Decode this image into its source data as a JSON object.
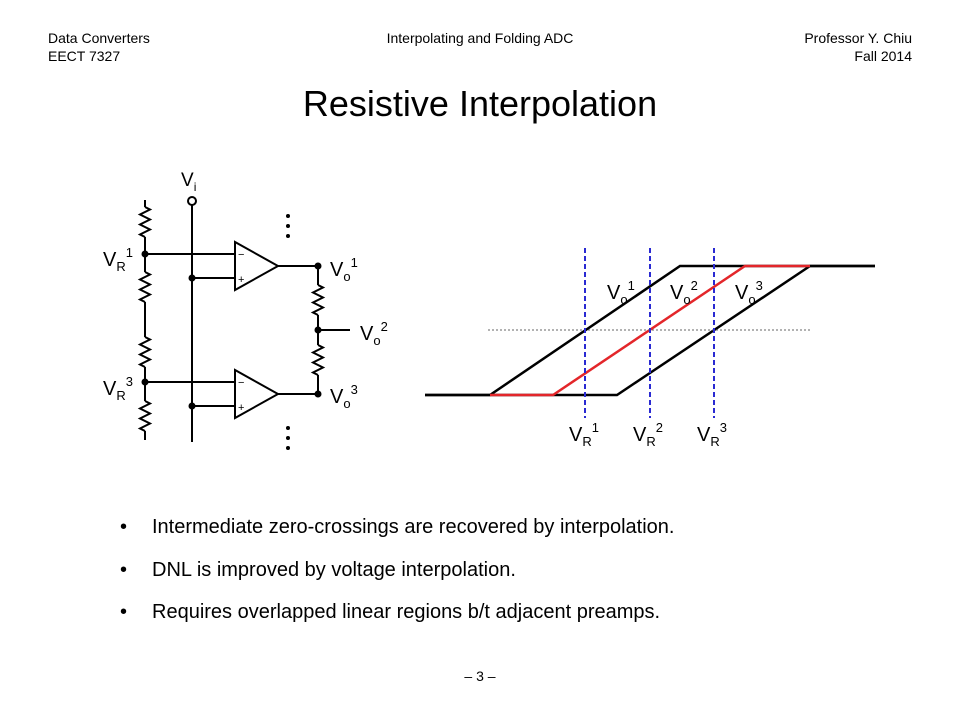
{
  "header": {
    "course": "Data Converters",
    "course_code": "EECT 7327",
    "topic": "Interpolating and Folding ADC",
    "instructor": "Professor Y. Chiu",
    "term": "Fall 2014"
  },
  "title": "Resistive Interpolation",
  "circuit": {
    "input": {
      "base": "V",
      "sub": "i"
    },
    "references": [
      {
        "base": "V",
        "sub": "R",
        "sup": "1"
      },
      {
        "base": "V",
        "sub": "R",
        "sup": "3"
      }
    ],
    "outputs": [
      {
        "base": "V",
        "sub": "o",
        "sup": "1"
      },
      {
        "base": "V",
        "sub": "o",
        "sup": "2"
      },
      {
        "base": "V",
        "sub": "o",
        "sup": "3"
      }
    ],
    "preamp_inputs": {
      "inverting": "−",
      "non_inverting": "+"
    }
  },
  "transfer_curves": {
    "outputs": [
      {
        "base": "V",
        "sub": "o",
        "sup": "1"
      },
      {
        "base": "V",
        "sub": "o",
        "sup": "2"
      },
      {
        "base": "V",
        "sub": "o",
        "sup": "3"
      }
    ],
    "references": [
      {
        "base": "V",
        "sub": "R",
        "sup": "1"
      },
      {
        "base": "V",
        "sub": "R",
        "sup": "2"
      },
      {
        "base": "V",
        "sub": "R",
        "sup": "3"
      }
    ]
  },
  "bullet_symbol": "•",
  "bullets": [
    "Intermediate zero-crossings are recovered by interpolation.",
    "DNL is improved by voltage interpolation.",
    "Requires overlapped linear regions b/t adjacent preamps."
  ],
  "page_number": "– 3 –",
  "colors": {
    "ink": "#000000",
    "interpolated_curve": "#e3262a",
    "reference_lines": "#2a2ad2",
    "zero_line": "#666666"
  }
}
